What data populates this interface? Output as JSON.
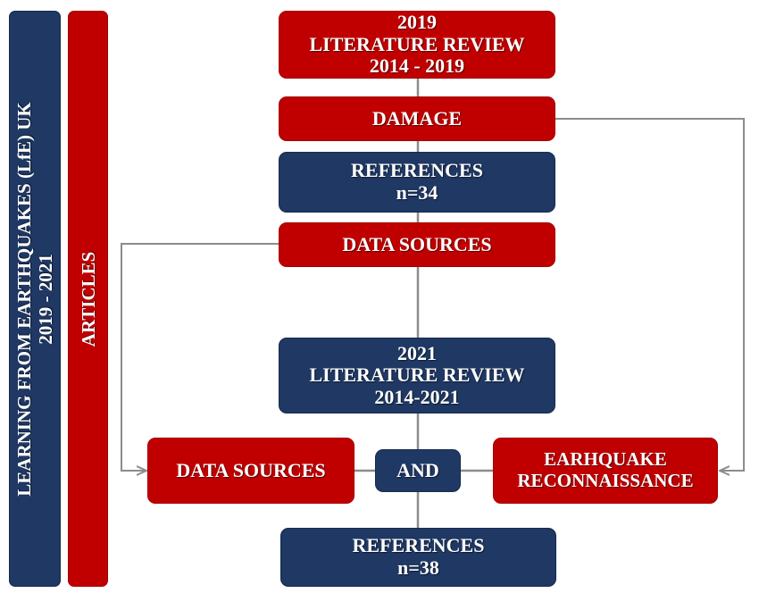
{
  "sidebar": {
    "lfe_title": "LEARNING FROM EARTHQUAKES (LfE) UK",
    "lfe_years": "2019 - 2021",
    "articles": "ARTICLES"
  },
  "flow": {
    "review_2019": {
      "year": "2019",
      "title": "LITERATURE REVIEW",
      "range": "2014 - 2019"
    },
    "damage": "DAMAGE",
    "references_2019": {
      "title": "REFERENCES",
      "count": "n=34"
    },
    "data_sources_top": "DATA SOURCES",
    "review_2021": {
      "year": "2021",
      "title": "LITERATURE REVIEW",
      "range": "2014-2021"
    },
    "data_sources_bottom": "DATA SOURCES",
    "and": "AND",
    "reconnaissance": {
      "line1": "EARHQUAKE",
      "line2": "RECONNAISSANCE"
    },
    "references_2021": {
      "title": "REFERENCES",
      "count": "n=38"
    }
  },
  "colors": {
    "red": "#c00000",
    "navy": "#1f3864",
    "connector": "#8c8c8c"
  }
}
